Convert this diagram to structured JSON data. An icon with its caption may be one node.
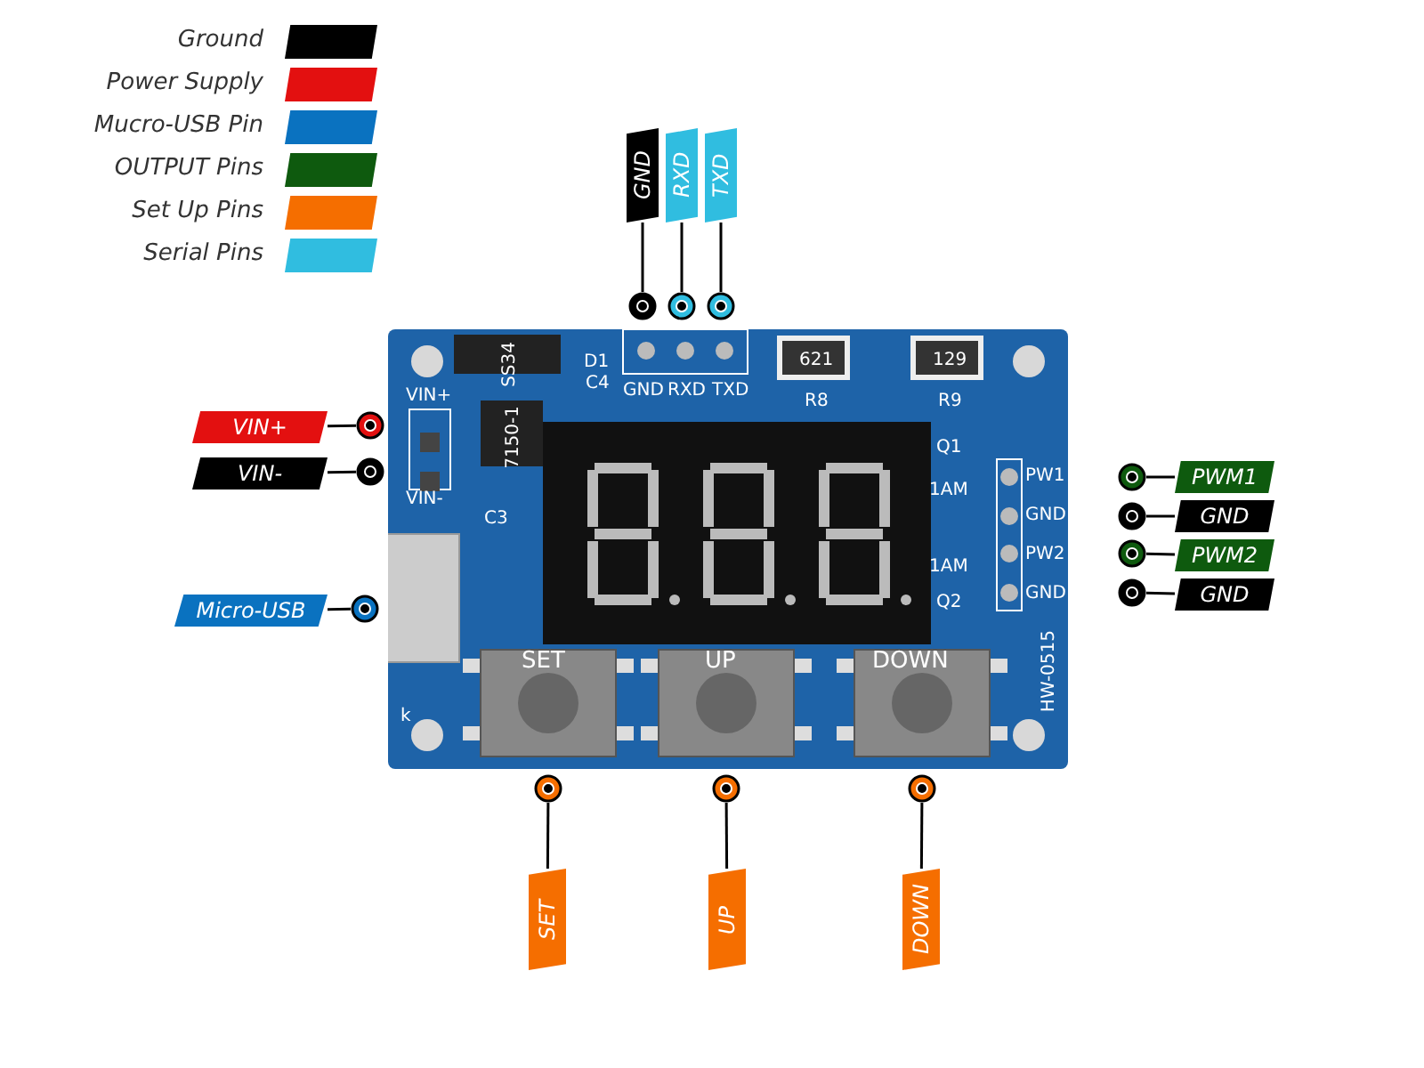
{
  "diagram": {
    "nodes": [
      {
        "text": [],
        "shape": "picture"
      },
      {
        "text": [
          "GND"
        ]
      },
      {
        "text": [
          "RXD"
        ]
      },
      {
        "text": [
          "TXD"
        ]
      },
      {
        "text": [
          "VIN+"
        ]
      },
      {
        "text": [
          "VIN-"
        ]
      },
      {
        "text": [
          "Micro-USB"
        ]
      },
      {
        "text": [
          "PWM1"
        ]
      },
      {
        "text": [
          "GND"
        ]
      },
      {
        "text": [
          "PWM2"
        ]
      },
      {
        "text": [
          "GND"
        ]
      },
      {
        "text": [
          "SET"
        ]
      },
      {
        "text": [
          "UP"
        ]
      },
      {
        "text": [
          "DOWN"
        ]
      },
      {
        "text": [],
        "shape": "circle"
      },
      {
        "text": [],
        "shape": "circle"
      },
      {
        "text": [],
        "shape": "circle"
      },
      {
        "text": [],
        "shape": "circle"
      },
      {
        "text": [],
        "shape": "circle"
      },
      {
        "text": [],
        "shape": "circle"
      },
      {
        "text": [],
        "shape": "circle"
      },
      {
        "text": [],
        "shape": "circle"
      },
      {
        "text": [],
        "shape": "circle"
      },
      {
        "text": [],
        "shape": "circle"
      },
      {
        "text": [],
        "shape": "circle"
      },
      {
        "text": [],
        "shape": "circle"
      },
      {
        "text": [],
        "shape": "circle"
      }
    ],
    "edges": [
      {
        "from": 1,
        "to": 14,
        "arrow": "none"
      },
      {
        "from": 2,
        "to": 15,
        "arrow": "none"
      },
      {
        "from": 3,
        "to": 16,
        "arrow": "none"
      },
      {
        "from": 4,
        "to": 17,
        "arrow": "none"
      },
      {
        "from": 5,
        "to": 18,
        "arrow": "none"
      },
      {
        "from": 6,
        "to": 19,
        "arrow": "none"
      },
      {
        "from": 7,
        "to": 20,
        "arrow": "none"
      },
      {
        "from": 8,
        "to": 21,
        "arrow": "none"
      },
      {
        "from": 9,
        "to": 22,
        "arrow": "none"
      },
      {
        "from": 10,
        "to": 23,
        "arrow": "none"
      },
      {
        "from": 11,
        "to": 24,
        "arrow": "none"
      },
      {
        "from": 12,
        "to": 25,
        "arrow": "none"
      },
      {
        "from": 13,
        "to": 26,
        "arrow": "none"
      }
    ],
    "labels": [
      "SS34",
      "D1",
      "C4",
      "GND",
      "RXD",
      "TXD",
      "621",
      "129",
      "VIN+",
      "R8",
      "R9",
      "7150-1",
      "Q1",
      "VIN-",
      "C3",
      "PW1",
      "1AM",
      "GND",
      "PW2",
      "1AM",
      "GND",
      "Q2",
      "HW-0515",
      "SET",
      "UP",
      "DOWN",
      "k"
    ],
    "legend": [
      {
        "text": "Ground",
        "color": "#000000"
      },
      {
        "text": "Power Supply",
        "color": "#e31010"
      },
      {
        "text": "Mucro-USB Pin",
        "color": "#0a72c0"
      },
      {
        "text": "OUTPUT Pins",
        "color": "#0e5a0e"
      },
      {
        "text": "Set Up Pins",
        "color": "#f56e00"
      },
      {
        "text": "Serial Pins",
        "color": "#30bde0"
      }
    ]
  }
}
